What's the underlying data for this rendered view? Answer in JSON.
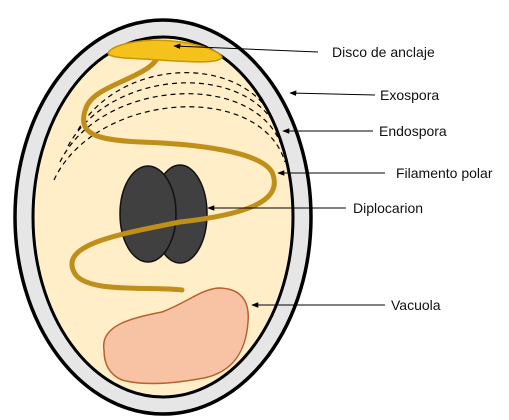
{
  "diagram": {
    "labels": {
      "disco": "Disco de anclaje",
      "exospora": "Exospora",
      "endospora": "Endospora",
      "filamento": "Filamento polar",
      "diplocarion": "Diplocarion",
      "vacuola": "Vacuola"
    },
    "colors": {
      "exospora_fill": "#e6e6e6",
      "endospora_fill": "#ffeec8",
      "outline": "#000000",
      "disco_fill": "#f5c21c",
      "filamento": "#bf8f1a",
      "nucleus_fill": "#404040",
      "vacuola_fill": "#f7c3a4",
      "vacuola_stroke": "#b8602e"
    }
  }
}
